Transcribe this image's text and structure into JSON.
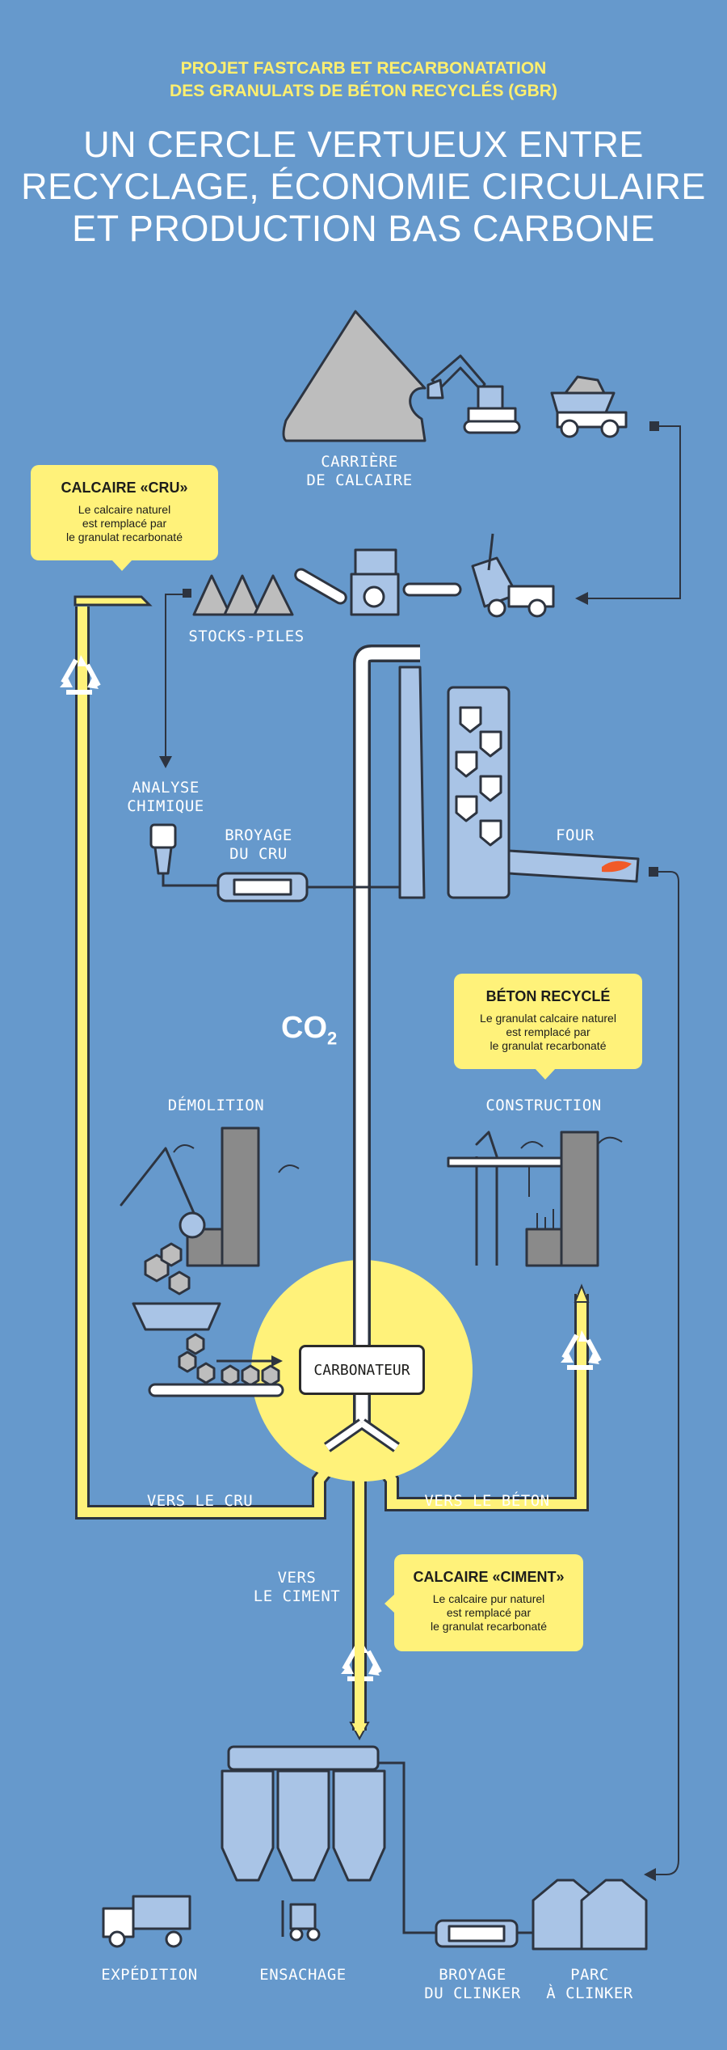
{
  "header": {
    "supertitle_line1": "PROJET FASTCARB ET RECARBONATATION",
    "supertitle_line2": "DES GRANULATS DE BÉTON RECYCLÉS (GBR)",
    "title_line1": "UN CERCLE VERTUEUX ENTRE",
    "title_line2": "RECYCLAGE, ÉCONOMIE CIRCULAIRE",
    "title_line3": "ET PRODUCTION BAS CARBONE"
  },
  "labels": {
    "carriere_l1": "CARRIÈRE",
    "carriere_l2": "DE CALCAIRE",
    "stocks": "STOCKS-PILES",
    "analyse_l1": "ANALYSE",
    "analyse_l2": "CHIMIQUE",
    "broyage_cru_l1": "BROYAGE",
    "broyage_cru_l2": "DU CRU",
    "four": "FOUR",
    "co2_main": "CO",
    "co2_sub": "2",
    "demolition": "DÉMOLITION",
    "construction": "CONSTRUCTION",
    "carbonateur": "CARBONATEUR",
    "vers_cru": "VERS LE CRU",
    "vers_beton": "VERS LE BÉTON",
    "vers_ciment_l1": "VERS",
    "vers_ciment_l2": "LE CIMENT",
    "expedition": "EXPÉDITION",
    "ensachage": "ENSACHAGE",
    "broyage_clinker_l1": "BROYAGE",
    "broyage_clinker_l2": "DU CLINKER",
    "parc_l1": "PARC",
    "parc_l2": "À CLINKER"
  },
  "callouts": {
    "cru": {
      "title": "CALCAIRE «CRU»",
      "line1": "Le calcaire naturel",
      "line2": "est remplacé par",
      "line3": "le granulat recarbonaté"
    },
    "beton": {
      "title": "BÉTON RECYCLÉ",
      "line1": "Le granulat calcaire naturel",
      "line2": "est remplacé par",
      "line3": "le granulat recarbonaté"
    },
    "ciment": {
      "title": "CALCAIRE «CIMENT»",
      "line1": "Le calcaire pur naturel",
      "line2": "est remplacé par",
      "line3": "le granulat recarbonaté"
    }
  },
  "colors": {
    "background": "#6699cc",
    "accent_yellow": "#fff27a",
    "title_yellow": "#ffef6e",
    "machine_fill": "#a9c4e6",
    "rock_grey": "#bdbdbd",
    "building_grey": "#8a8a8a",
    "outline": "#2d3440"
  },
  "icons": [
    "recycle-icon",
    "excavator-icon",
    "dump-truck-icon",
    "crane-icon",
    "silo-icon",
    "forklift-icon",
    "truck-icon"
  ]
}
